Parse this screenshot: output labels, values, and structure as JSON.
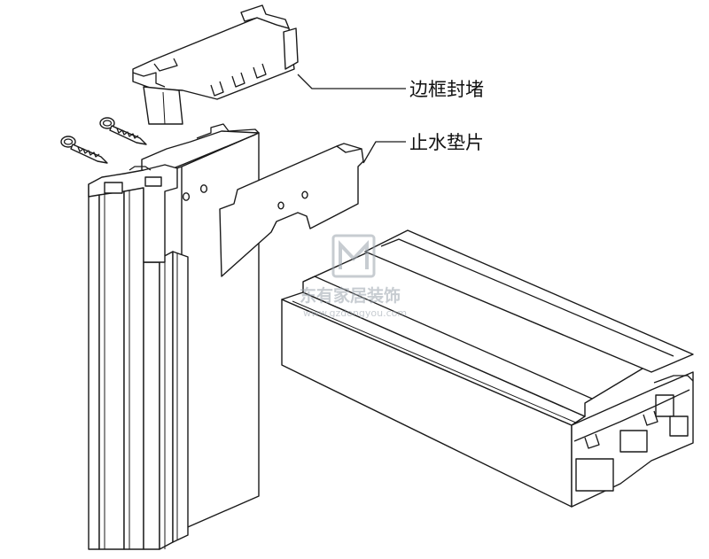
{
  "callouts": {
    "end_cap": "边框封堵",
    "gasket": "止水垫片"
  },
  "watermark": {
    "brand": "东有家居装饰",
    "url": "www.gzdongyou.com"
  },
  "colors": {
    "line": "#1a1a1a",
    "stipple": "#777777",
    "watermark": "#9aa3ad",
    "background": "#ffffff"
  }
}
